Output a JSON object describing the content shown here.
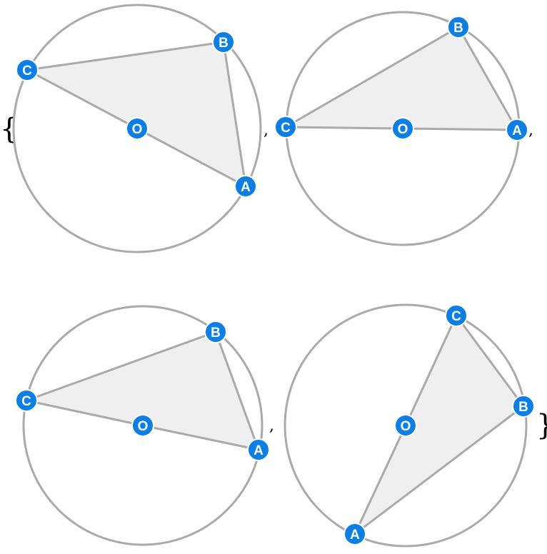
{
  "punctuation": {
    "open_brace": "{",
    "close_brace": "}",
    "separator": ","
  },
  "colors": {
    "point_fill": "#0b7fe8",
    "point_label": "#ffffff",
    "stroke": "#aaaaaa",
    "triangle_fill": "#efefef"
  },
  "figures": [
    {
      "points": {
        "O": {
          "label": "O"
        },
        "A": {
          "label": "A"
        },
        "B": {
          "label": "B"
        },
        "C": {
          "label": "C"
        }
      }
    },
    {
      "points": {
        "O": {
          "label": "O"
        },
        "A": {
          "label": "A"
        },
        "B": {
          "label": "B"
        },
        "C": {
          "label": "C"
        }
      }
    },
    {
      "points": {
        "O": {
          "label": "O"
        },
        "A": {
          "label": "A"
        },
        "B": {
          "label": "B"
        },
        "C": {
          "label": "C"
        }
      }
    },
    {
      "points": {
        "O": {
          "label": "O"
        },
        "A": {
          "label": "A"
        },
        "B": {
          "label": "B"
        },
        "C": {
          "label": "C"
        }
      }
    }
  ]
}
